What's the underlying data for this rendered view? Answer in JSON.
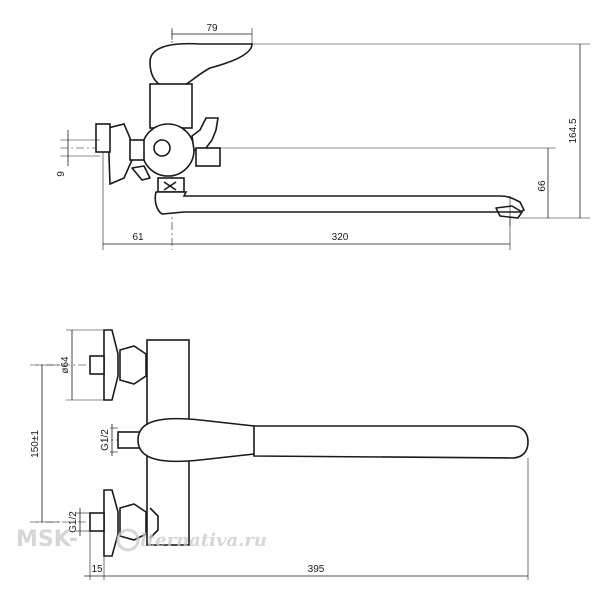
{
  "dimensions": {
    "top": {
      "lever_width": "79",
      "total_height": "164.5",
      "inlet_offset": "9",
      "spout_height": "66",
      "eccentric_length": "61",
      "spout_length": "320"
    },
    "bottom": {
      "flange_diameter": "ø64",
      "center_distance": "150±1",
      "thread_upper": "G1/2",
      "thread_lower": "G1/2",
      "wall_offset": "15",
      "overall_length": "395"
    }
  },
  "watermark": {
    "brand": "MSK-",
    "tail": "lternativa.ru"
  }
}
